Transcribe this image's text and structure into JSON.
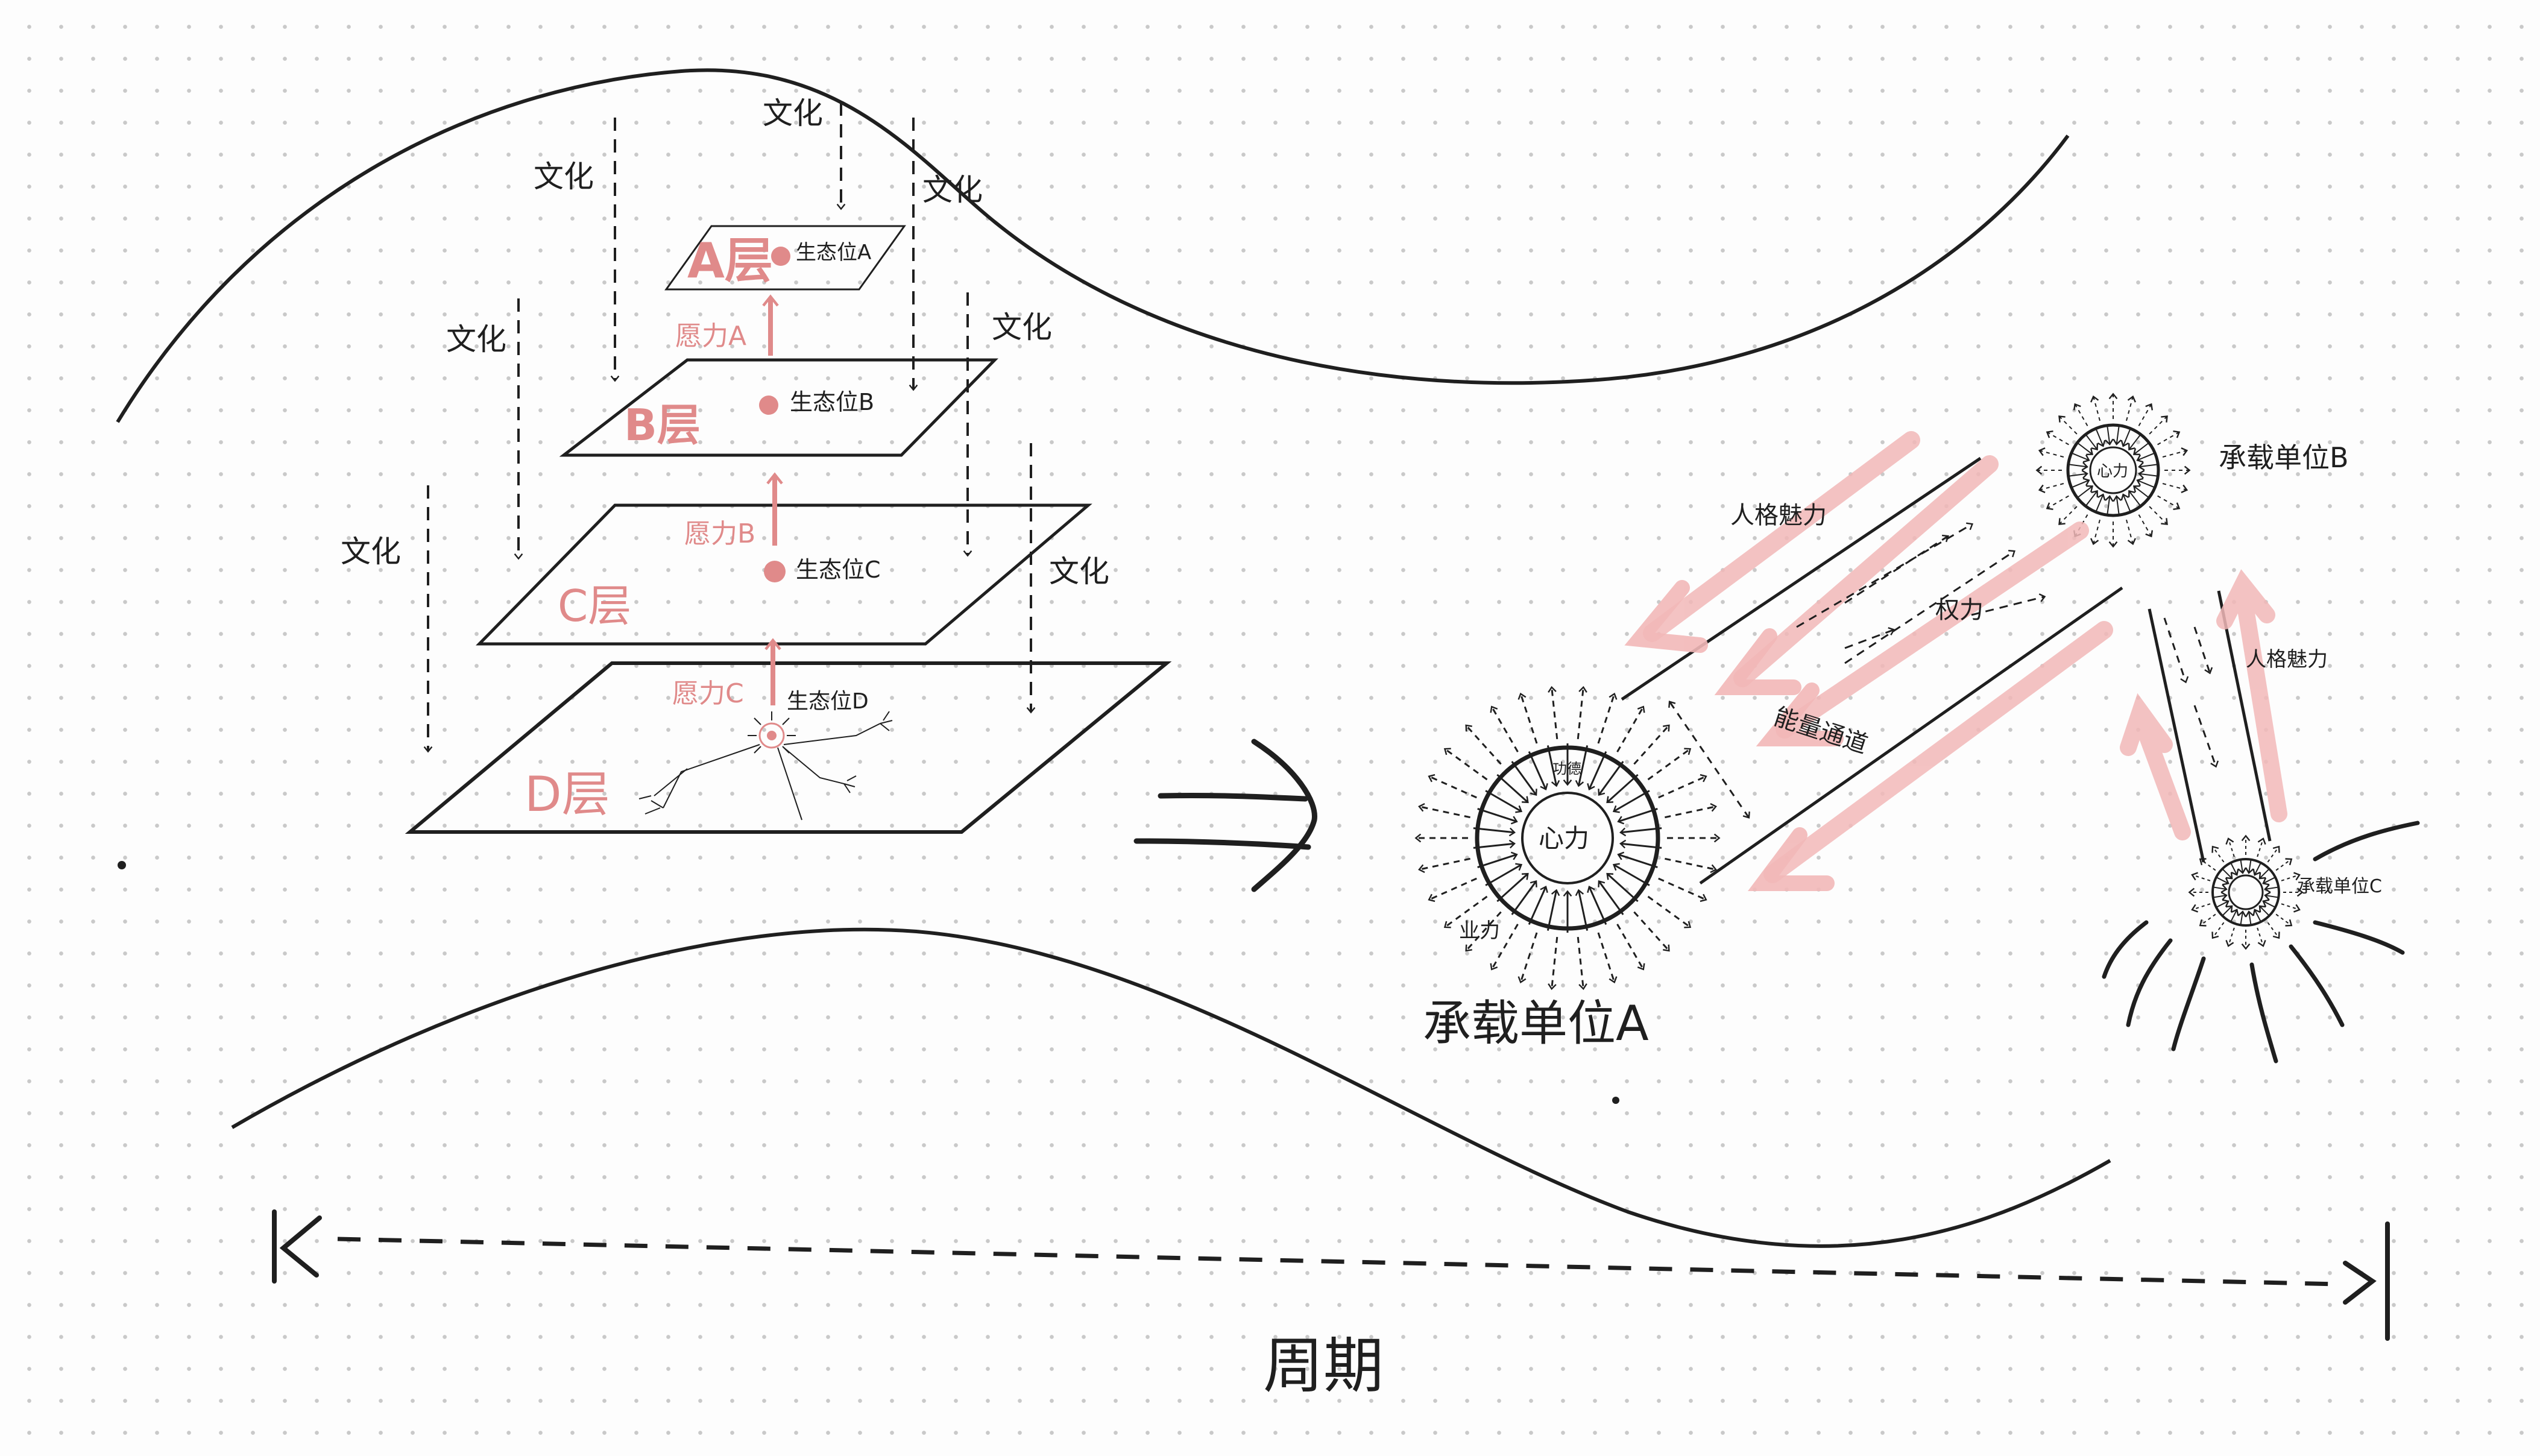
{
  "culture": {
    "label": "文化"
  },
  "layers": [
    {
      "name": "A层",
      "niche": "生态位A"
    },
    {
      "name": "B层",
      "niche": "生态位B"
    },
    {
      "name": "C层",
      "niche": "生态位C"
    },
    {
      "name": "D层",
      "niche": "生态位D"
    }
  ],
  "wish_forces": [
    "愿力A",
    "愿力B",
    "愿力C"
  ],
  "units": {
    "a": {
      "label": "承载单位A",
      "core": "心力",
      "sub_top": "功德",
      "sub_bottom": "业力"
    },
    "b": {
      "label": "承载单位B",
      "core": "心力"
    },
    "c": {
      "label": "承载单位C"
    }
  },
  "flows": {
    "charisma": "人格魅力",
    "power": "权力",
    "energy_channel": "能量通道"
  },
  "timeline": {
    "label": "周期"
  },
  "colors": {
    "ink": "#1f1f1f",
    "pink": "#e08a8a",
    "pink_soft": "#f2b8b8"
  }
}
